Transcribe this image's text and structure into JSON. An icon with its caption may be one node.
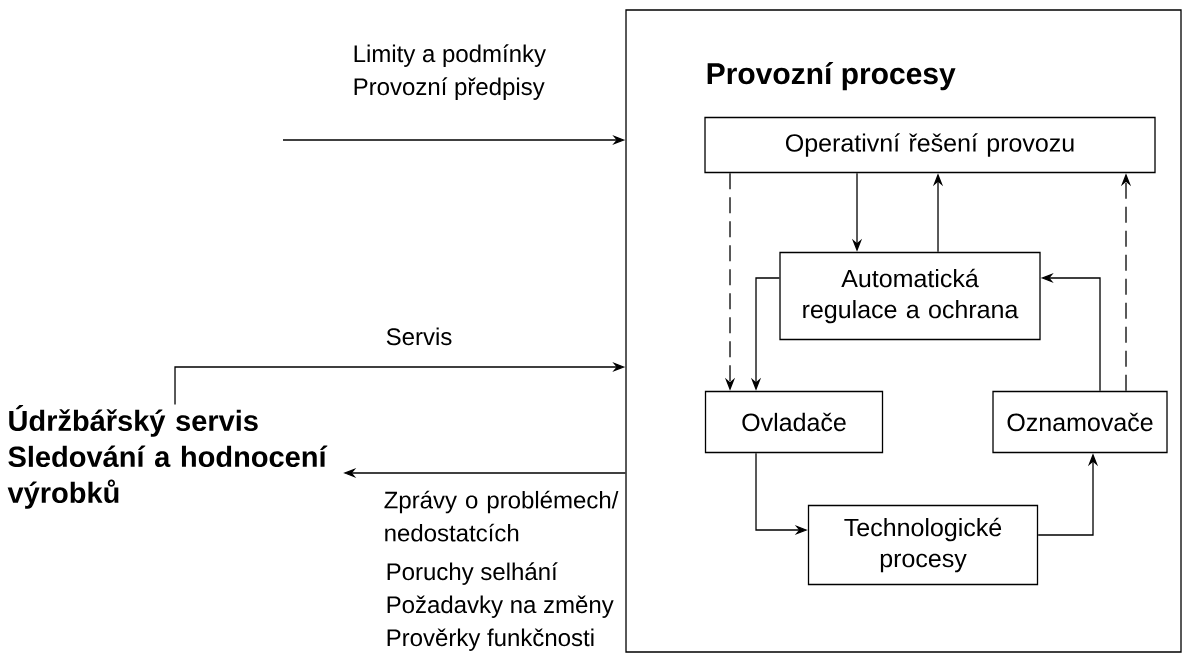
{
  "diagram": {
    "nodes": [
      {
        "text": [
          "Provozní procesy"
        ]
      },
      {
        "text": [
          "Operativní řešení provozu"
        ],
        "in": 0
      },
      {
        "text": [
          "Automatická regulace a ochrana"
        ],
        "in": 0
      },
      {
        "text": [
          "Ovladače"
        ],
        "in": 0
      },
      {
        "text": [
          "Oznamovače"
        ],
        "in": 0
      },
      {
        "text": [
          "Technologické procesy"
        ],
        "in": 0
      },
      {
        "text": [
          "Údržbářský servis",
          "Sledování a hodnocení výrobků"
        ]
      }
    ],
    "edges": [
      {
        "from": null,
        "to": 0,
        "arrow": "to",
        "label": "Limity a podmínky"
      },
      {
        "from": 6,
        "to": 0,
        "arrow": "to",
        "label": "Servis"
      },
      {
        "from": 0,
        "to": 6,
        "arrow": "to",
        "label": "Zprávy o problémech/ nedostatcích"
      },
      {
        "from": 1,
        "to": 3,
        "arrow": "to",
        "style": "dashed"
      },
      {
        "from": 2,
        "to": 3,
        "arrow": "to"
      },
      {
        "from": 1,
        "to": 2,
        "arrow": "to"
      },
      {
        "from": 2,
        "to": 1,
        "arrow": "to"
      },
      {
        "from": 4,
        "to": 2,
        "arrow": "to"
      },
      {
        "from": 4,
        "to": 1,
        "arrow": "to",
        "style": "dashed"
      },
      {
        "from": 3,
        "to": 5,
        "arrow": "to"
      },
      {
        "from": 5,
        "to": 4,
        "arrow": "to"
      }
    ],
    "labels": [
      "Provozní předpisy",
      "Poruchy selhání",
      "Požadavky na změny",
      "Prověrky funkčnosti"
    ]
  }
}
